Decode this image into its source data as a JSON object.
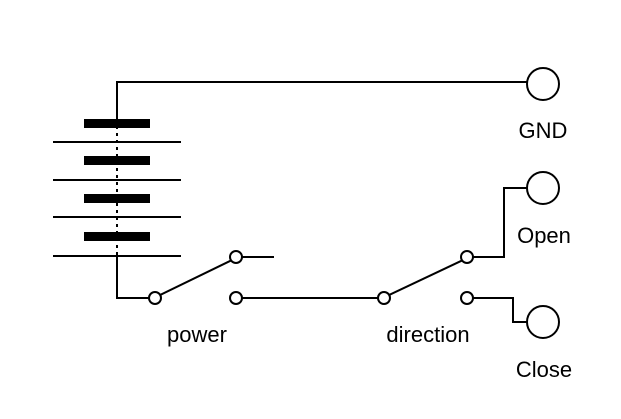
{
  "diagram": {
    "terminals": {
      "gnd": "GND",
      "open": "Open",
      "close": "Close"
    },
    "switches": {
      "power": "power",
      "direction": "direction"
    }
  }
}
